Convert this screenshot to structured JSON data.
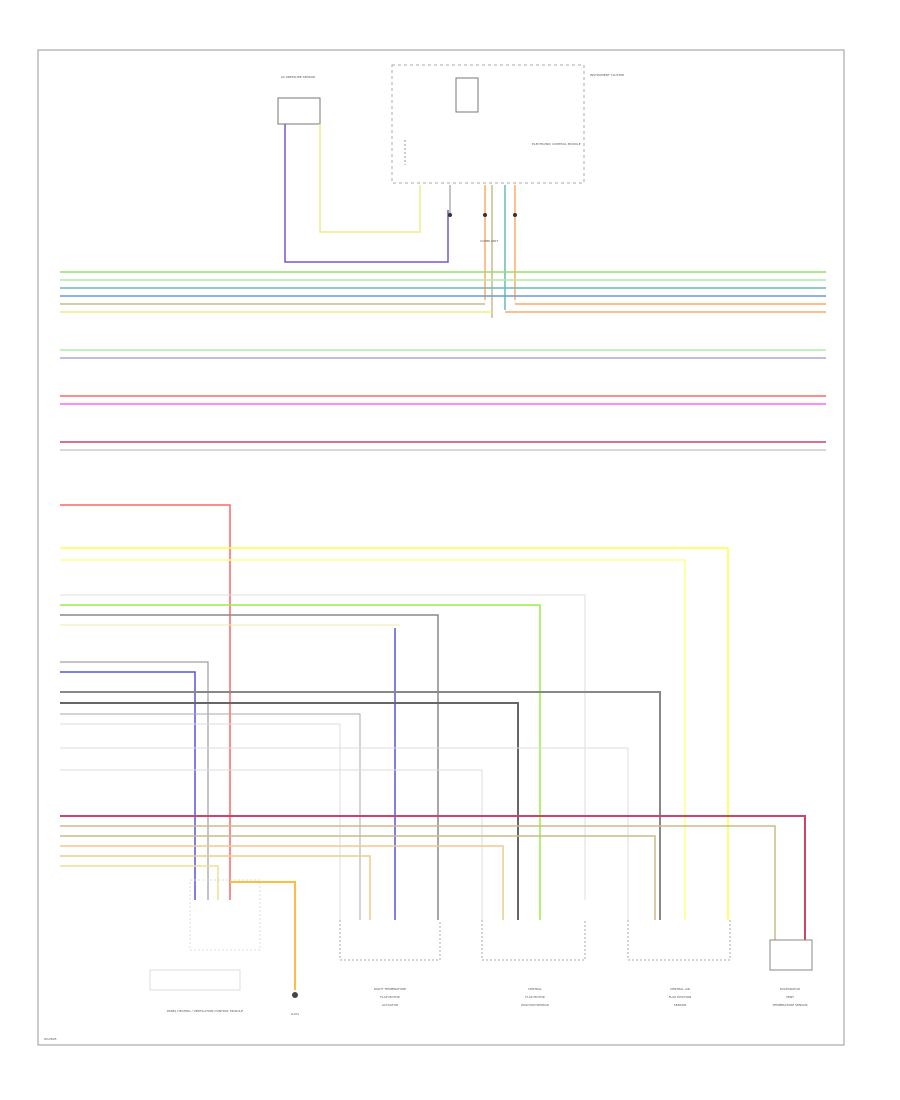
{
  "diagram": {
    "components": {
      "left_module_title": "PANEL HEATING / VENTILATION CONTROL MODULE",
      "g1_line1": "RIGHT TEMPERATURE",
      "g1_line2": "FLAP MOTOR",
      "g1_line3": "ACTUATOR",
      "g2_line1": "CENTRAL",
      "g2_line2": "FLAP MOTOR",
      "g2_line3": "POSITION SENSOR",
      "g3_line1": "CENTRAL AIR",
      "g3_line2": "FLAP POSITION",
      "g3_line3": "SENSOR",
      "g4_line1": "EVAPORATOR",
      "g4_line2": "VENT",
      "g4_line3": "TEMPERATURE SENSOR",
      "top_left_box": "AC PRESSURE SENSOR",
      "top_center_box": "INSTRUMENT CLUSTER",
      "top_center_note": "ELECTRONIC CONTROL MODULE",
      "ground_label": "G101",
      "connector_label": "COMBI UNIT",
      "footer_code": "W12845"
    },
    "colors": {
      "green": "#99dd66",
      "ltgreen": "#aaeeaa",
      "teal": "#66bbbb",
      "blue": "#6699dd",
      "orange": "#ffaa66",
      "tan": "#ccbb88",
      "yellow": "#ffff44",
      "red": "#ff6666",
      "pink": "#ff66ff",
      "purple": "#7755cc",
      "gray": "#888888",
      "dark": "#555555",
      "lgray": "#cccccc",
      "maroon": "#cc4466",
      "blueviolet": "#5555dd"
    }
  }
}
